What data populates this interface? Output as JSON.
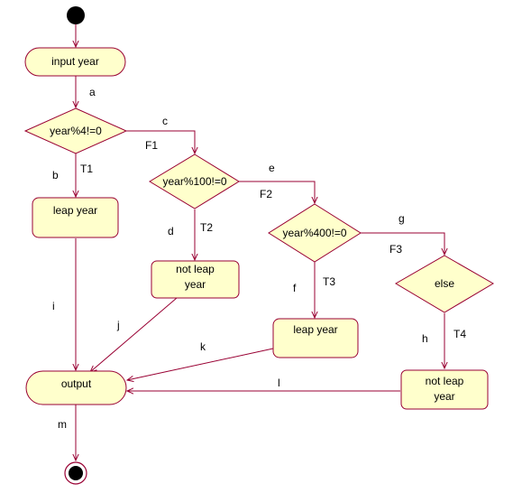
{
  "nodes": {
    "input": {
      "text": "input year"
    },
    "d1": {
      "text": "year%4!=0"
    },
    "d2": {
      "text": "year%100!=0"
    },
    "d3": {
      "text": "year%400!=0"
    },
    "d4": {
      "text": "else"
    },
    "leap1": {
      "text": "leap year"
    },
    "notleap1": {
      "line1": "not leap",
      "line2": "year"
    },
    "leap2": {
      "text": "leap year"
    },
    "notleap2": {
      "line1": "not leap",
      "line2": "year"
    },
    "output": {
      "text": "output"
    }
  },
  "edge_labels": {
    "a": "a",
    "b": "b",
    "c": "c",
    "d": "d",
    "e": "e",
    "f": "f",
    "g": "g",
    "h": "h",
    "i": "i",
    "j": "j",
    "k": "k",
    "l": "l",
    "m": "m"
  },
  "branch_labels": {
    "F1": "F1",
    "T1": "T1",
    "F2": "F2",
    "T2": "T2",
    "F3": "F3",
    "T3": "T3",
    "T4": "T4"
  },
  "colors": {
    "fill": "#ffffcc",
    "stroke": "#990033",
    "text": "#000000",
    "start": "#000000"
  }
}
